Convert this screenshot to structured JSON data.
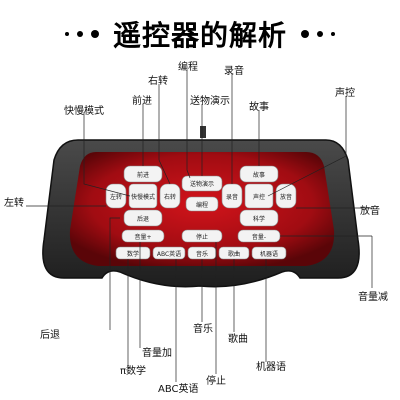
{
  "title": "遥控器的解析",
  "callouts": {
    "bianceng": "编程",
    "luyin": "录音",
    "youzhuan": "右转",
    "songwu": "送物演示",
    "qianjin": "前进",
    "gushi": "故事",
    "shengkong": "声控",
    "kuaiman": "快慢模式",
    "zuozhuan": "左转",
    "fangyin": "放音",
    "yinliangjian": "音量减",
    "houtui": "后退",
    "pishuxue": "π数学",
    "yinliangjia": "音量加",
    "abc": "ABC英语",
    "yinyue": "音乐",
    "tingzhi": "停止",
    "gequ": "歌曲",
    "jiqiyu": "机器语"
  },
  "buttons": {
    "qianjin": "前进",
    "houtui": "后退",
    "zuozhuan": "左转",
    "youzhuan": "右转",
    "kuaiman": "快慢模式",
    "songwu": "送物演示",
    "bianceng": "编程",
    "gushi": "故事",
    "luyin": "录音",
    "shengkong": "声控",
    "fangyin": "放音",
    "kexue": "科学",
    "yinliangjia": "音量+",
    "tingzhi": "停止",
    "yinliangjian": "音量-",
    "pishuxue": "数学",
    "abc": "ABC英语",
    "yinyue": "音乐",
    "gequ": "歌曲",
    "jiqiyu": "机器语"
  }
}
